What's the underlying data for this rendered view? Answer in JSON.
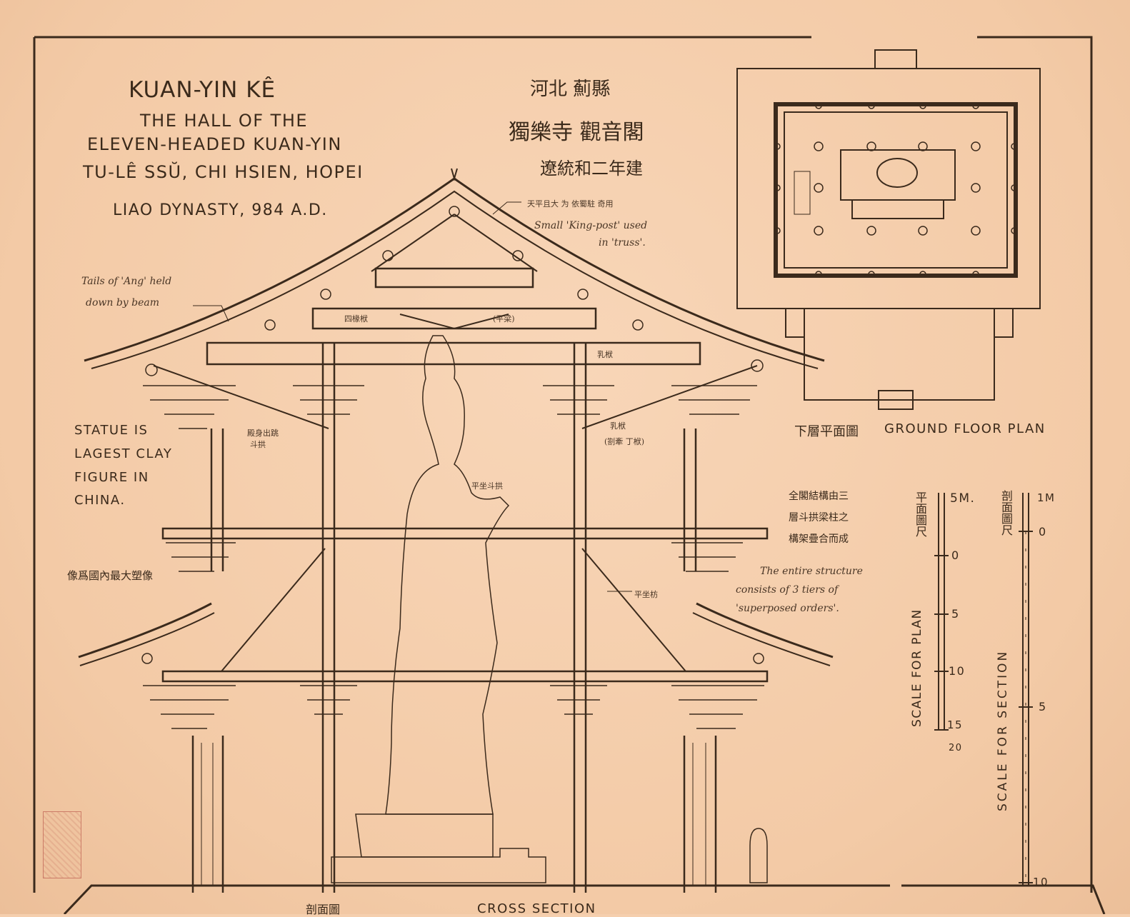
{
  "title": {
    "line1": "KUAN-YIN KÊ",
    "line2": "THE HALL OF THE",
    "line3": "ELEVEN-HEADED KUAN-YIN",
    "line4": "TU-LÊ SSŬ, CHI HSIEN, HOPEI",
    "line5": "LIAO DYNASTY, 984 A.D."
  },
  "chinese_title": {
    "line1": "河北 薊縣",
    "line2": "獨樂寺 觀音閣",
    "line3": "遼統和二年建"
  },
  "notes": {
    "king_post_cn": "天平且大 为 依蜀駐 奇用",
    "king_post_en_1": "Small 'King-post' used",
    "king_post_en_2": "in 'truss'.",
    "ang_1": "Tails of 'Ang' held",
    "ang_2": "down by beam",
    "statue_1": "STATUE IS",
    "statue_2": "LAGEST CLAY",
    "statue_3": "FIGURE IN",
    "statue_4": "CHINA.",
    "statue_cn": "像爲國內最大塑像",
    "structure_cn_1": "全閣結構由三",
    "structure_cn_2": "層斗拱梁柱之",
    "structure_cn_3": "構架疊合而成",
    "structure_en_1": "The entire structure",
    "structure_en_2": "consists of 3 tiers of",
    "structure_en_3": "'superposed orders'."
  },
  "tags": {
    "beam_4": "四椽栿",
    "beam_2": "(平梁)",
    "beam_right": "乳栿",
    "bracket_left_1": "殿身出跳",
    "bracket_left_2": "斗拱",
    "bracket_right_1": "乳栿",
    "bracket_right_2": "(劄牽 丁栿)",
    "mid_tag": "平坐斗拱",
    "right_tag": "平坐枋"
  },
  "plan": {
    "caption_cn": "下層平面圖",
    "caption_en": "GROUND FLOOR PLAN"
  },
  "scales": {
    "plan_cn": "平面圖尺",
    "plan_label": "SCALE FOR PLAN",
    "plan_unit": "5M.",
    "plan_ticks": [
      "0",
      "5",
      "10",
      "15"
    ],
    "plan_end": "20",
    "section_cn": "剖面圖尺",
    "section_label": "SCALE FOR SECTION",
    "section_unit": "1M",
    "section_ticks": [
      "0",
      "5"
    ],
    "section_end": "10"
  },
  "bottom": {
    "section_cn": "剖面圖",
    "section_en": "CROSS SECTION"
  },
  "colors": {
    "paper": "#f5cfae",
    "ink": "#3a2a1c",
    "seal": "#b0413a"
  }
}
